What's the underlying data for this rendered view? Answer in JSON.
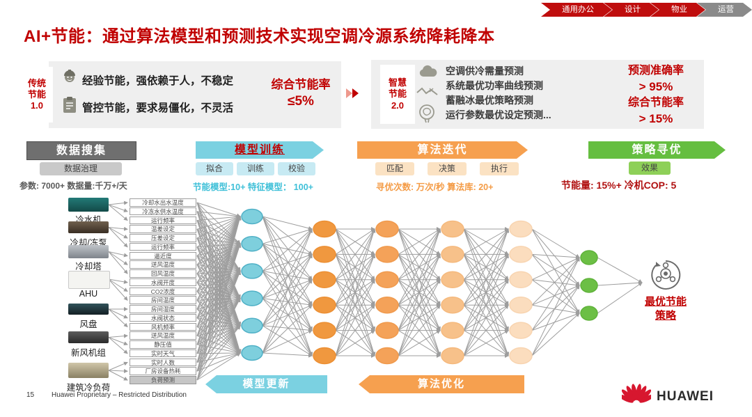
{
  "breadcrumb": {
    "items": [
      {
        "label": "通用办公",
        "bg": "#bf0d0d"
      },
      {
        "label": "设计",
        "bg": "#bf0d0d"
      },
      {
        "label": "物业",
        "bg": "#bf0d0d"
      },
      {
        "label": "运营",
        "bg": "#8a8a8a"
      }
    ]
  },
  "title": "AI+节能：通过算法模型和预测技术实现空调冷源系统降耗降本",
  "traditional": {
    "tab": [
      "传统",
      "节能",
      "1.0"
    ],
    "items": [
      {
        "icon": "worker-icon",
        "text": "经验节能，强依赖于人，不稳定"
      },
      {
        "icon": "clipboard-icon",
        "text": "管控节能，要求易僵化，不灵活"
      }
    ],
    "metric": [
      "综合节能率",
      "≤5%"
    ]
  },
  "smart": {
    "tab": [
      "智慧",
      "节能",
      "2.0"
    ],
    "items": [
      "空调供冷需量预测",
      "系统最优功率曲线预测",
      "蓄融冰最优策略预测",
      "运行参数最优设定预测..."
    ],
    "metric": [
      "预测准确率",
      "> 95%",
      "综合节能率",
      "> 15%"
    ]
  },
  "stages": {
    "collect": {
      "label": "数据搜集",
      "sub": [
        "数据治理"
      ],
      "stat": "参数: 7000+  数据量:千万+/天"
    },
    "train": {
      "label": "模型训练",
      "sub": [
        "拟合",
        "训练",
        "校验"
      ],
      "stat": "节能模型:10+   特征模型： 100+",
      "bottom": "模型更新"
    },
    "iterate": {
      "label": "算法迭代",
      "sub": [
        "匹配",
        "决策",
        "执行"
      ],
      "stat": "寻优次数: 万次/秒   算法库: 20+",
      "bottom": "算法优化"
    },
    "optimize": {
      "label": "策略寻优",
      "sub": [
        "效果"
      ],
      "stat": "节能量: 15%+   冷机COP: 5"
    }
  },
  "devices": [
    "冷水机",
    "冷却/冻泵",
    "冷却塔",
    "AHU",
    "风盘",
    "新风机组",
    "建筑冷负荷"
  ],
  "inputs": [
    "冷却水出水温度",
    "冷冻水供水温度",
    "运行频率",
    "温差设定",
    "压差设定",
    "运行频率",
    "逼近度",
    "送风温度",
    "回风温度",
    "水阀开度",
    "CO2浓度",
    "房间温度",
    "房间湿度",
    "水阀状态",
    "风机频率",
    "送风温度",
    "静压值",
    "实时天气",
    "实时人数",
    "厂房设备热耗",
    "负荷预测"
  ],
  "network": {
    "line_color": "#9d9d9d",
    "columns": [
      {
        "name": "model-layer",
        "count": 6,
        "fill": "#7ecfdd",
        "stroke": "#4fb0c6"
      },
      {
        "name": "algo-layer-1",
        "count": 6,
        "fill": "#f0983f",
        "stroke": "#ec8f33"
      },
      {
        "name": "algo-layer-2",
        "count": 6,
        "fill": "#f4a259",
        "stroke": "#f09a4d"
      },
      {
        "name": "algo-layer-3",
        "count": 6,
        "fill": "#f7c18a",
        "stroke": "#f5b97d"
      },
      {
        "name": "algo-layer-4",
        "count": 6,
        "fill": "#fbddbe",
        "stroke": "#f8d4b0"
      },
      {
        "name": "strategy-layer",
        "count": 3,
        "fill": "#6cbf45",
        "stroke": "#5fb23a"
      }
    ]
  },
  "output": {
    "label": [
      "最优节能",
      "策略"
    ]
  },
  "footer": {
    "page": "15",
    "notice": "Huawei Proprietary – Restricted Distribution",
    "brand": "HUAWEI"
  }
}
